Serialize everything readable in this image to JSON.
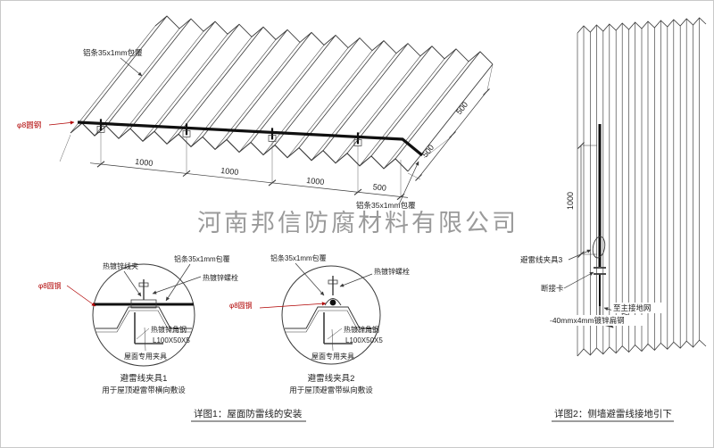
{
  "watermark": {
    "text": "河南邦信防腐材料有限公司"
  },
  "roof": {
    "strip_top": "铝条35x1mm包覆",
    "strip_right": "铝条35x1mm包覆",
    "round_steel": "φ8圆钢",
    "dims_bottom": [
      "1000",
      "1000",
      "1000",
      "500"
    ],
    "dims_right": [
      "500",
      "500"
    ]
  },
  "detail1": {
    "labels": {
      "wire_clamp": "热镀锌线夹",
      "strip": "铝条35x1mm包覆",
      "bolt": "热镀锌螺栓",
      "round_steel": "φ8圆钢",
      "angle_steel": "热镀锌角钢",
      "angle_size": "L100X50X5",
      "roof_clamp": "屋面专用夹具"
    },
    "title": "避雷线夹具1",
    "subtitle": "用于屋顶避雷带横向敷设"
  },
  "detail2": {
    "labels": {
      "strip": "铝条35x1mm包覆",
      "bolt": "热镀锌螺栓",
      "round_steel": "φ8圆钢",
      "angle_steel": "热镀锌角钢",
      "angle_size": "L100X50X5",
      "roof_clamp": "屋面专用夹具"
    },
    "title": "避雷线夹具2",
    "subtitle": "用于屋顶避雷带纵向敷设"
  },
  "wall": {
    "dim": "1000",
    "clamp": "避雷线夹具3",
    "disconnect": "断接卡",
    "to_ground": "至主接地网",
    "flat_steel": "-40mmx4mm镀锌扁钢"
  },
  "captions": {
    "detail1": "详图1：屋面防雷线的安装",
    "detail2": "详图2：侧墙避雷线接地引下"
  },
  "colors": {
    "line": "#3a3a3a",
    "accent_red": "#b00000",
    "watermark_gray": "#9a9a9a"
  }
}
